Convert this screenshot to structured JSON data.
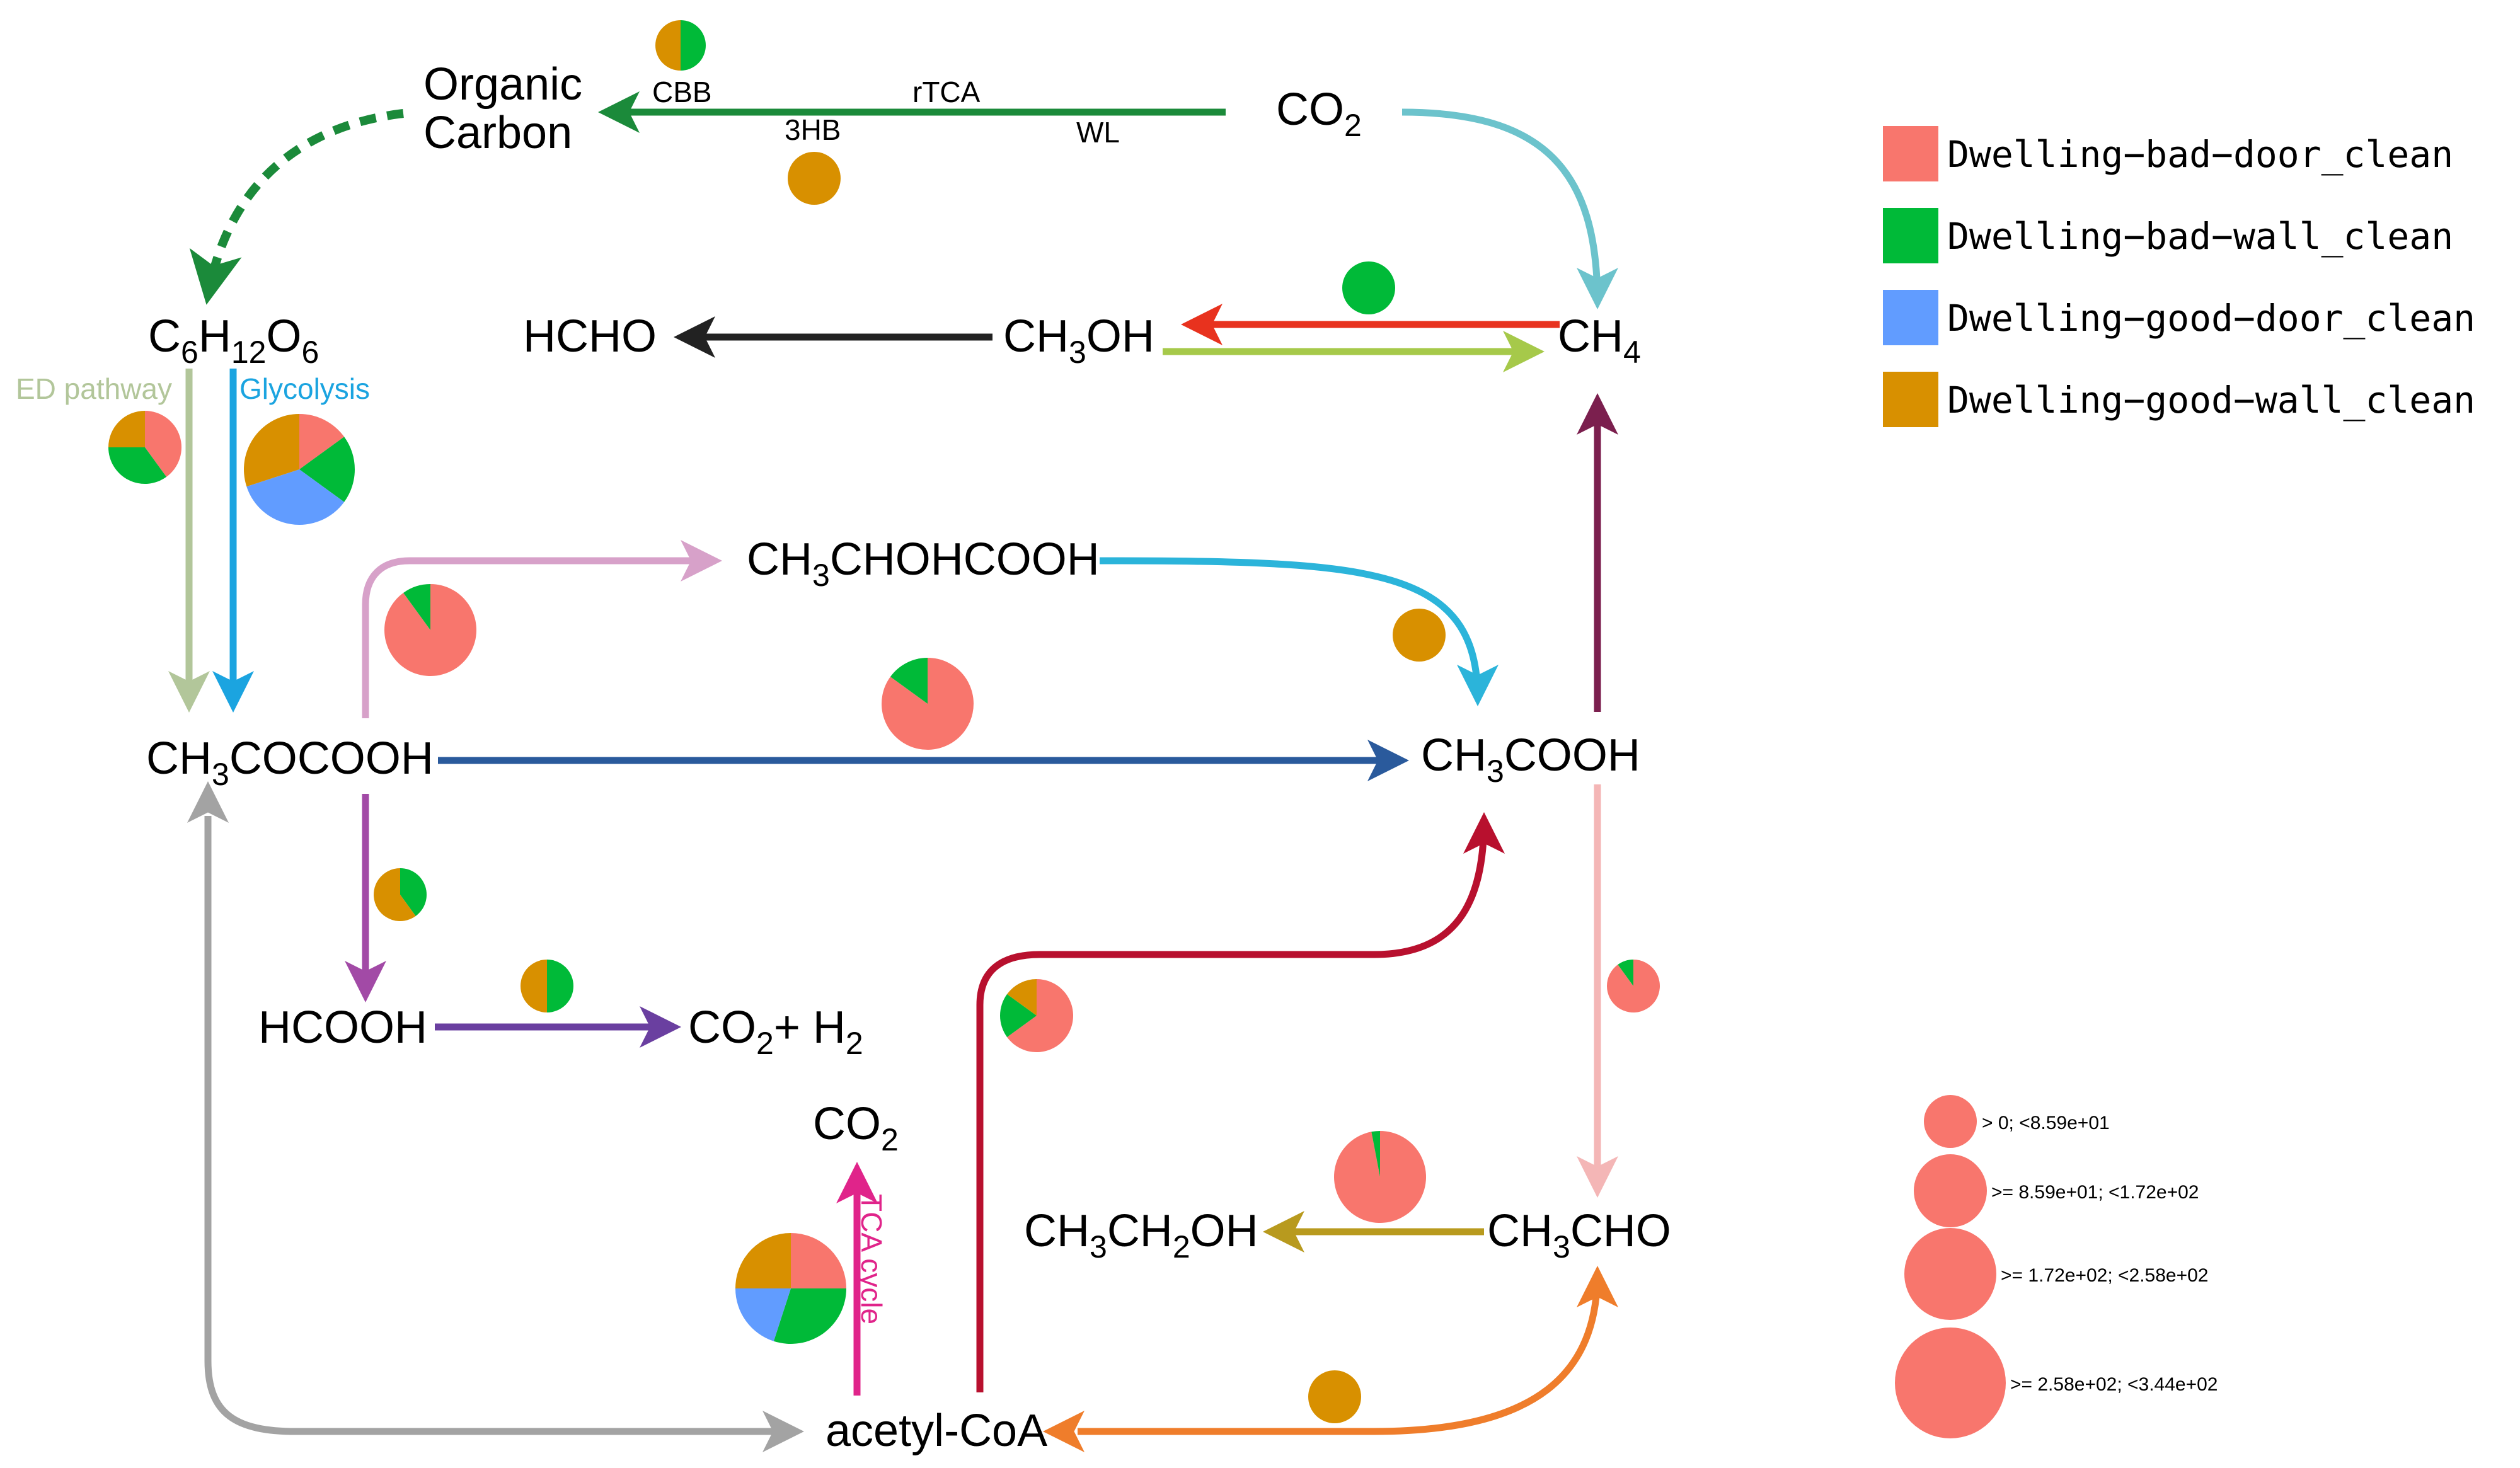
{
  "compounds": {
    "organic_carbon_1": "Organic",
    "organic_carbon_2": "Carbon",
    "co2_top": [
      "CO",
      "2"
    ],
    "glucose": [
      "C",
      "6",
      "H",
      "12",
      "O",
      "6"
    ],
    "hcho": "HCHO",
    "methanol": [
      "CH",
      "3",
      "OH"
    ],
    "methane": [
      "CH",
      "4"
    ],
    "lactate": [
      "CH",
      "3",
      "CHOHCOOH"
    ],
    "pyruvate": [
      "CH",
      "3",
      "COCOOH"
    ],
    "acetate": [
      "CH",
      "3",
      "COOH"
    ],
    "formate": "HCOOH",
    "co2_h2": [
      "CO",
      "2",
      "+ H",
      "2"
    ],
    "co2_tca": [
      "CO",
      "2"
    ],
    "ethanol": [
      "CH",
      "3",
      "CH",
      "2",
      "OH"
    ],
    "acetaldehyde": [
      "CH",
      "3",
      "CHO"
    ],
    "acetyl_coa": "acetyl-CoA"
  },
  "pathway_labels": {
    "cbb": "CBB",
    "rtca": "rTCA",
    "three_hb": "3HB",
    "wl": "WL",
    "ed": "ED pathway",
    "glycolysis": "Glycolysis",
    "tca": "TCA cycle"
  },
  "legend": [
    {
      "label": "Dwelling−bad−door_clean",
      "color": "#F8766D"
    },
    {
      "label": "Dwelling−bad−wall_clean",
      "color": "#00BA38"
    },
    {
      "label": "Dwelling−good−door_clean",
      "color": "#619CFF"
    },
    {
      "label": "Dwelling−good−wall_clean",
      "color": "#D89000"
    }
  ],
  "size_legend": [
    "> 0; <8.59e+01",
    ">= 8.59e+01; <1.72e+02",
    ">= 1.72e+02; <2.58e+02",
    ">= 2.58e+02; <3.44e+02"
  ],
  "pies": [
    {
      "id": "cbb-3hb-top",
      "slices": [
        0,
        0.5,
        0,
        0.5
      ]
    },
    {
      "id": "3hb",
      "slices": [
        0,
        0,
        0,
        1
      ]
    },
    {
      "id": "methane-oxidation",
      "slices": [
        0,
        1,
        0,
        0
      ]
    },
    {
      "id": "ed-pathway",
      "slices": [
        0.4,
        0.35,
        0,
        0.25
      ]
    },
    {
      "id": "glycolysis",
      "slices": [
        0.15,
        0.2,
        0.35,
        0.3
      ]
    },
    {
      "id": "pyruvate-lactate",
      "slices": [
        0.9,
        0.1,
        0,
        0
      ]
    },
    {
      "id": "pyruvate-acetate",
      "slices": [
        0.85,
        0.15,
        0,
        0
      ]
    },
    {
      "id": "lactate-acetate",
      "slices": [
        0,
        0,
        0,
        1
      ]
    },
    {
      "id": "pyruvate-formate",
      "slices": [
        0,
        0.4,
        0,
        0.6
      ]
    },
    {
      "id": "formate-h2",
      "slices": [
        0,
        0.5,
        0,
        0.5
      ]
    },
    {
      "id": "acetylcoa-acetate",
      "slices": [
        0.65,
        0.2,
        0,
        0.15
      ]
    },
    {
      "id": "acetate-acetaldehyde",
      "slices": [
        0.9,
        0.1,
        0,
        0
      ]
    },
    {
      "id": "acetaldehyde-ethanol",
      "slices": [
        0.97,
        0.03,
        0,
        0
      ]
    },
    {
      "id": "tca-cycle",
      "slices": [
        0.25,
        0.3,
        0.2,
        0.25
      ]
    },
    {
      "id": "acetylcoa-acetaldehyde",
      "slices": [
        0,
        0,
        0,
        1
      ]
    }
  ]
}
